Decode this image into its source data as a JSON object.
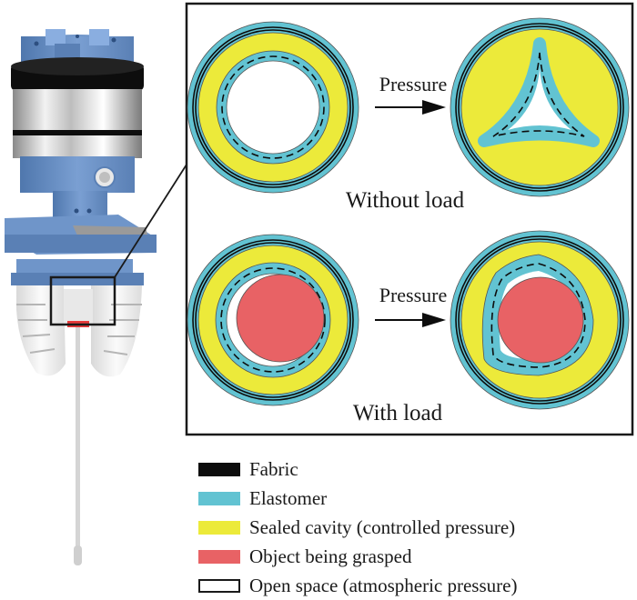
{
  "figure": {
    "panels": [
      {
        "id": "without-load",
        "caption": "Without load",
        "arrow_label": "Pressure",
        "object": false
      },
      {
        "id": "with-load",
        "caption": "With load",
        "arrow_label": "Pressure",
        "object": true
      }
    ],
    "legend": [
      {
        "label": "Fabric",
        "color": "#0d0d0d",
        "outline": false
      },
      {
        "label": "Elastomer",
        "color": "#62c3d2",
        "outline": false
      },
      {
        "label": "Sealed cavity (controlled pressure)",
        "color": "#ecea3a",
        "outline": false
      },
      {
        "label": "Object being grasped",
        "color": "#e86265",
        "outline": false
      },
      {
        "label": "Open space (atmospheric pressure)",
        "color": "#ffffff",
        "outline": true
      }
    ],
    "colors": {
      "fabric": "#0d0d0d",
      "elastomer": "#62c3d2",
      "cavity": "#ecea3a",
      "object": "#e86265",
      "device_blue": "#6f95c9",
      "device_dark_blue": "#4f77ad",
      "metal": "#d8d8d8",
      "finger_white": "#eeeeee"
    }
  }
}
